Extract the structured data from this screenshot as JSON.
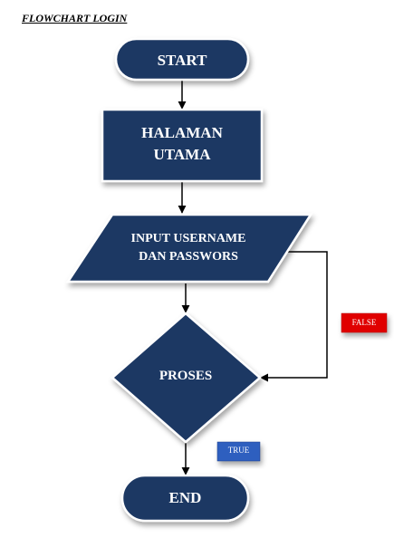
{
  "title": "FLOWCHART LOGIN",
  "colors": {
    "node_fill": "#1f3864",
    "node_border": "#ffffff",
    "connector": "#000000",
    "false_badge": "#e00000",
    "true_badge": "#2f5ebf"
  },
  "nodes": {
    "start": {
      "label": "START",
      "shape": "terminator"
    },
    "halaman": {
      "lines": [
        "HALAMAN",
        "UTAMA"
      ],
      "shape": "process"
    },
    "input": {
      "lines": [
        "INPUT USERNAME",
        "DAN PASSWORS"
      ],
      "shape": "input-output"
    },
    "proses": {
      "label": "PROSES",
      "shape": "decision"
    },
    "end": {
      "label": "END",
      "shape": "terminator"
    }
  },
  "badges": {
    "false": "FALSE",
    "true": "TRUE"
  }
}
